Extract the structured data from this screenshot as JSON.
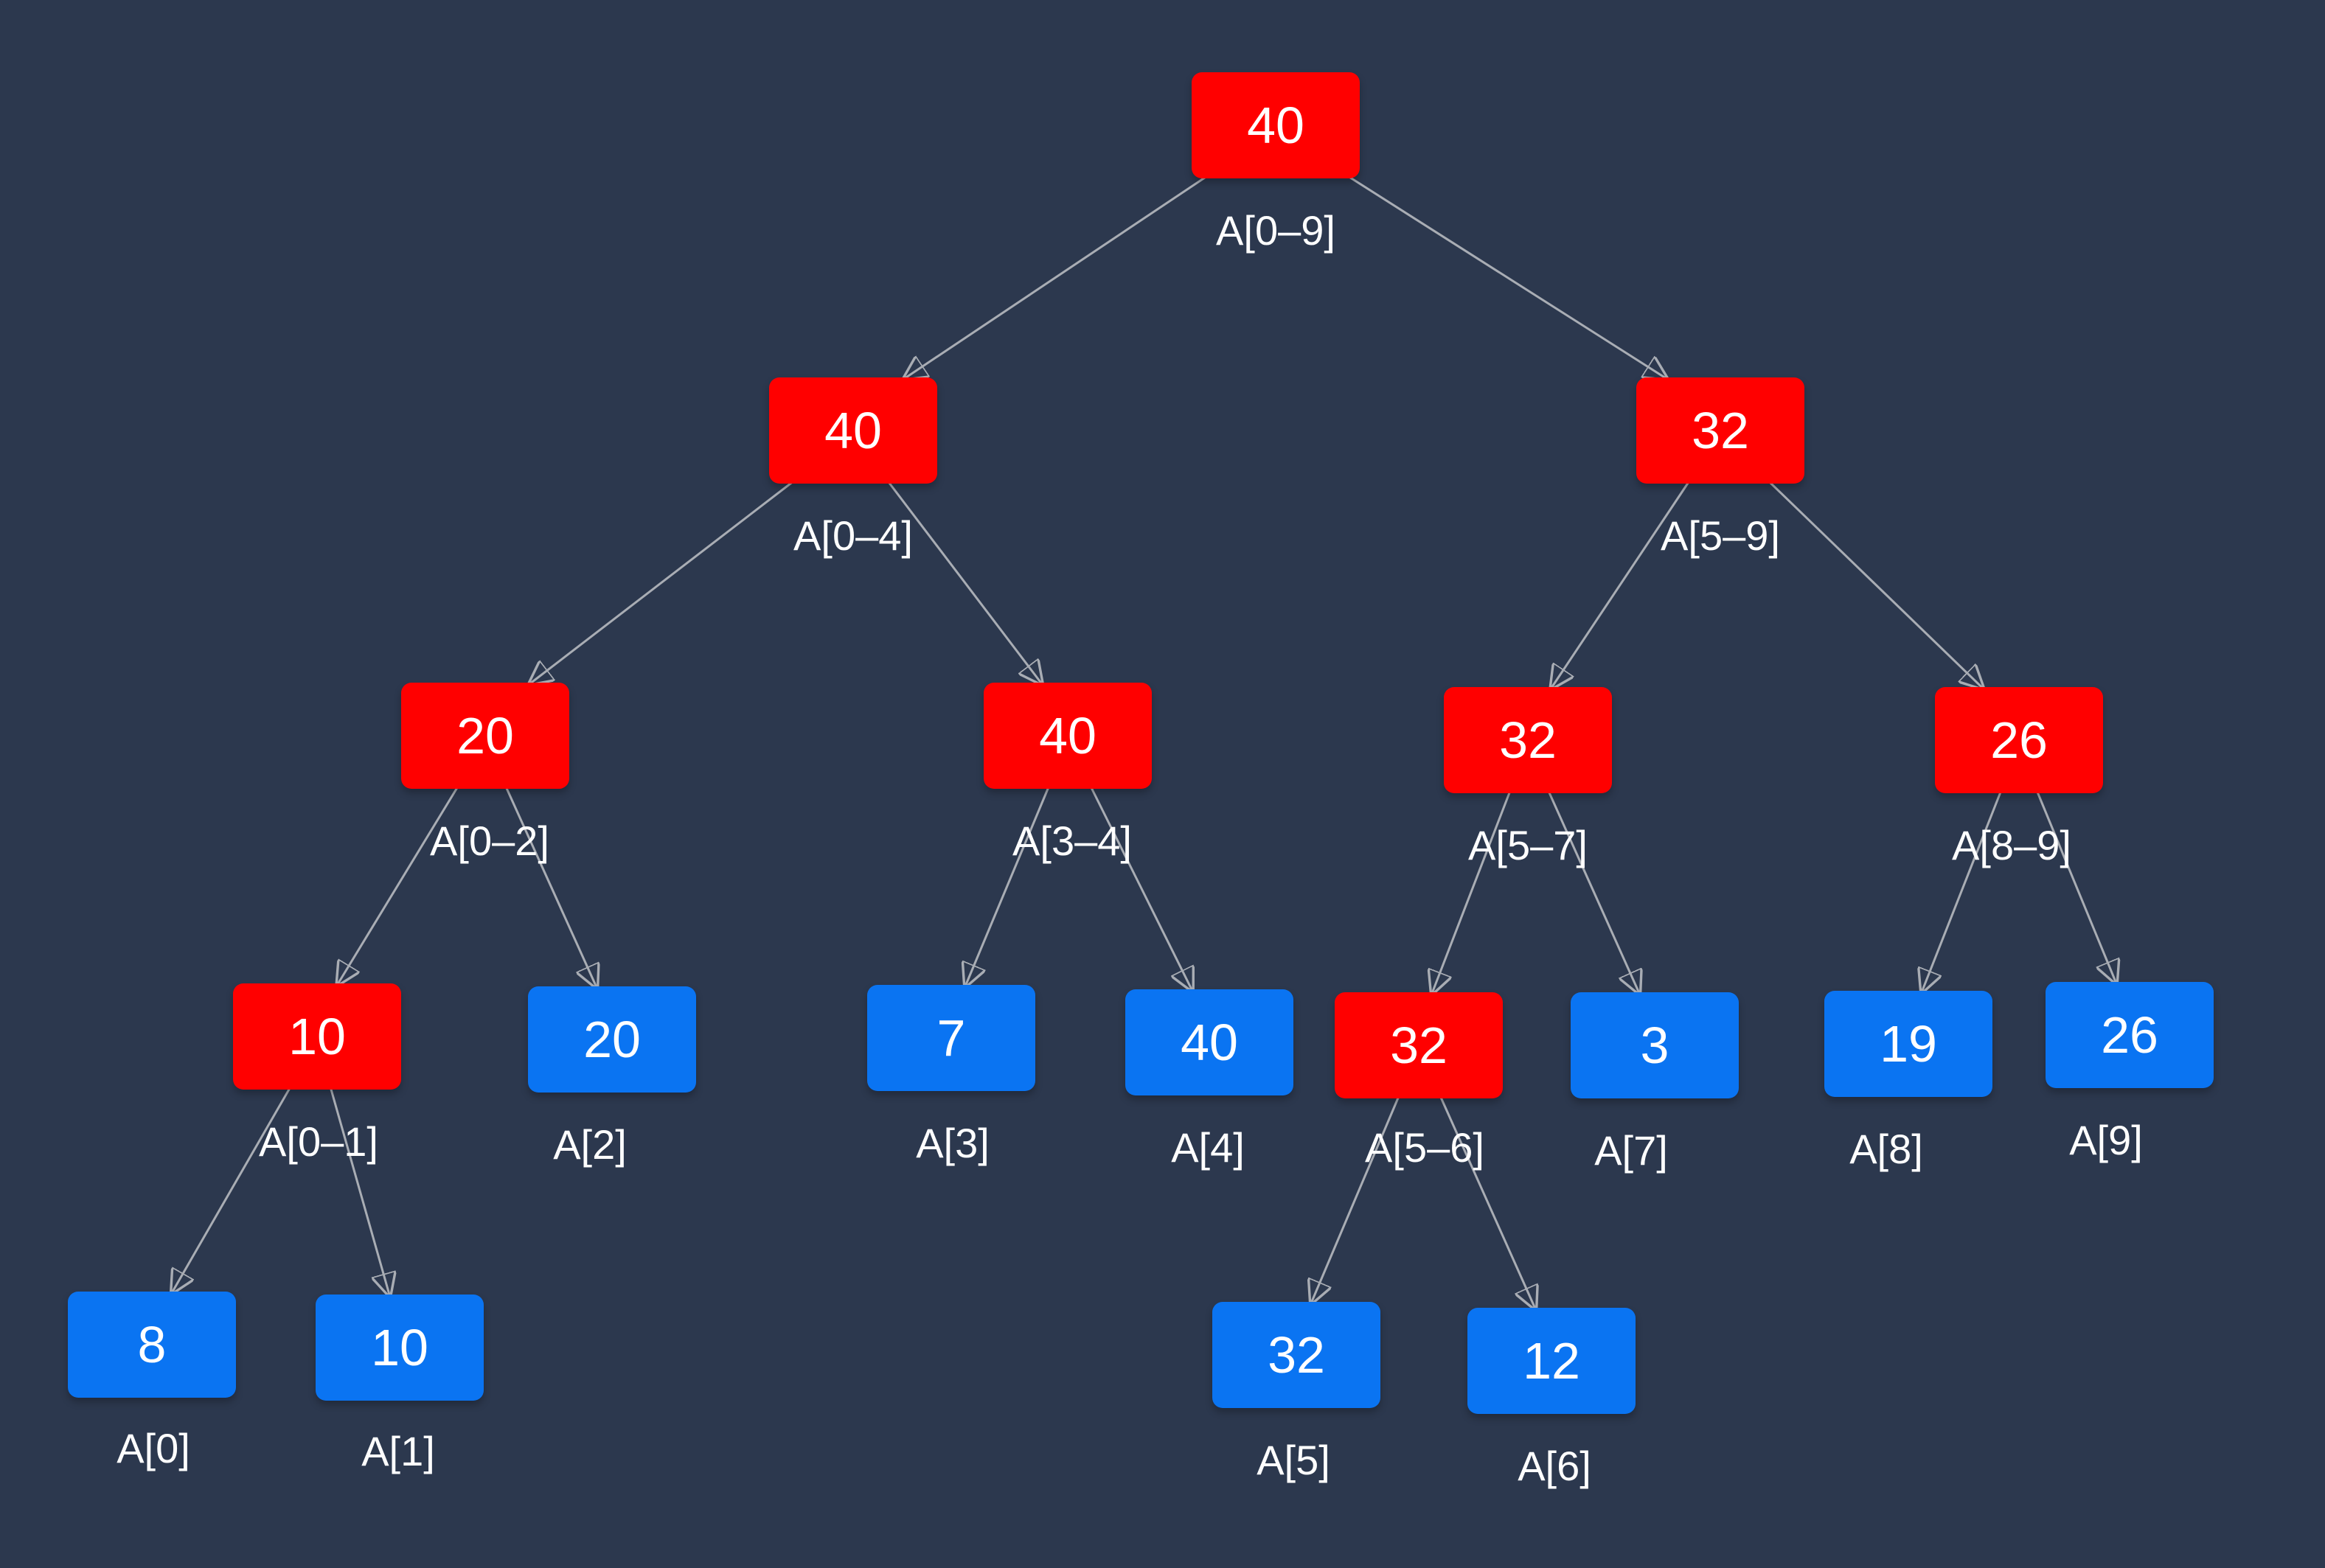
{
  "colors": {
    "background": "#2c384e",
    "internal_node": "#ff0000",
    "leaf_node": "#0a74f2",
    "edge": "#a9adb4",
    "text": "#ffffff"
  },
  "nodes": [
    {
      "id": "n09",
      "value": "40",
      "range": "A[0–9]",
      "kind": "internal"
    },
    {
      "id": "n04",
      "value": "40",
      "range": "A[0–4]",
      "kind": "internal"
    },
    {
      "id": "n59",
      "value": "32",
      "range": "A[5–9]",
      "kind": "internal"
    },
    {
      "id": "n02",
      "value": "20",
      "range": "A[0–2]",
      "kind": "internal"
    },
    {
      "id": "n34",
      "value": "40",
      "range": "A[3–4]",
      "kind": "internal"
    },
    {
      "id": "n57",
      "value": "32",
      "range": "A[5–7]",
      "kind": "internal"
    },
    {
      "id": "n89",
      "value": "26",
      "range": "A[8–9]",
      "kind": "internal"
    },
    {
      "id": "n01",
      "value": "10",
      "range": "A[0–1]",
      "kind": "internal"
    },
    {
      "id": "n2",
      "value": "20",
      "range": "A[2]",
      "kind": "leaf"
    },
    {
      "id": "n3",
      "value": "7",
      "range": "A[3]",
      "kind": "leaf"
    },
    {
      "id": "n4",
      "value": "40",
      "range": "A[4]",
      "kind": "leaf"
    },
    {
      "id": "n56",
      "value": "32",
      "range": "A[5–6]",
      "kind": "internal"
    },
    {
      "id": "n7",
      "value": "3",
      "range": "A[7]",
      "kind": "leaf"
    },
    {
      "id": "n8",
      "value": "19",
      "range": "A[8]",
      "kind": "leaf"
    },
    {
      "id": "n9",
      "value": "26",
      "range": "A[9]",
      "kind": "leaf"
    },
    {
      "id": "n0",
      "value": "8",
      "range": "A[0]",
      "kind": "leaf"
    },
    {
      "id": "n1",
      "value": "10",
      "range": "A[1]",
      "kind": "leaf"
    },
    {
      "id": "n5",
      "value": "32",
      "range": "A[5]",
      "kind": "leaf"
    },
    {
      "id": "n6",
      "value": "12",
      "range": "A[6]",
      "kind": "leaf"
    }
  ],
  "edges": [
    {
      "from": "n09",
      "to": "n04"
    },
    {
      "from": "n09",
      "to": "n59"
    },
    {
      "from": "n04",
      "to": "n02"
    },
    {
      "from": "n04",
      "to": "n34"
    },
    {
      "from": "n59",
      "to": "n57"
    },
    {
      "from": "n59",
      "to": "n89"
    },
    {
      "from": "n02",
      "to": "n01"
    },
    {
      "from": "n02",
      "to": "n2"
    },
    {
      "from": "n34",
      "to": "n3"
    },
    {
      "from": "n34",
      "to": "n4"
    },
    {
      "from": "n57",
      "to": "n56"
    },
    {
      "from": "n57",
      "to": "n7"
    },
    {
      "from": "n89",
      "to": "n8"
    },
    {
      "from": "n89",
      "to": "n9"
    },
    {
      "from": "n01",
      "to": "n0"
    },
    {
      "from": "n01",
      "to": "n1"
    },
    {
      "from": "n56",
      "to": "n5"
    },
    {
      "from": "n56",
      "to": "n6"
    }
  ]
}
